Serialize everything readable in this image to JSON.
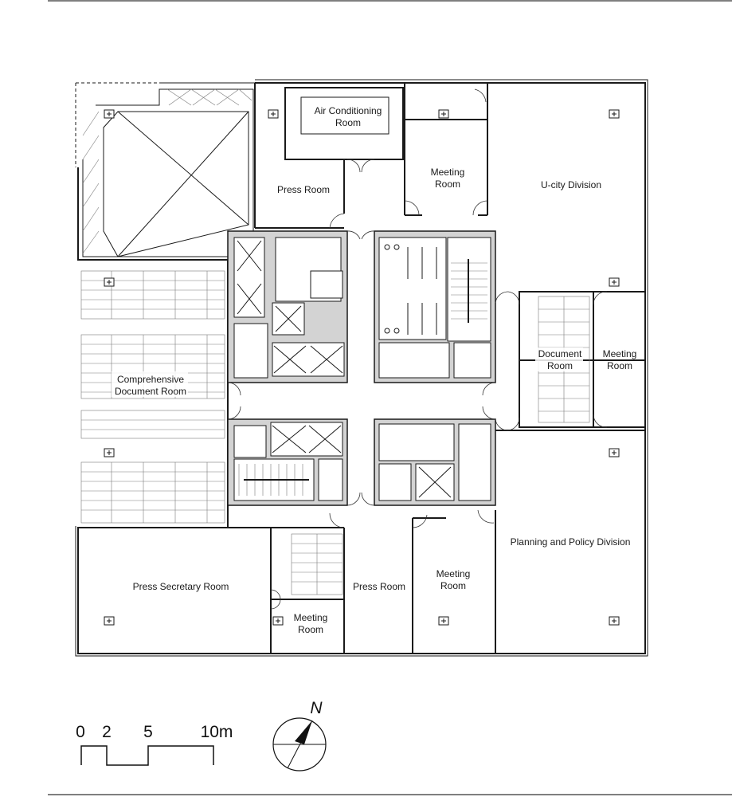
{
  "rooms": {
    "air_conditioning_room": [
      "Air Conditioning",
      "Room"
    ],
    "press_room_north": "Press Room",
    "meeting_room_north": [
      "Meeting",
      "Room"
    ],
    "ucity_division": "U-city Division",
    "comprehensive_document_room": [
      "Comprehensive",
      "Document Room"
    ],
    "document_room": [
      "Document",
      "Room"
    ],
    "meeting_room_east": [
      "Meeting",
      "Room"
    ],
    "planning_policy_division": "Planning and Policy Division",
    "press_secretary_room": "Press Secretary Room",
    "press_room_south": "Press Room",
    "meeting_room_south_center": [
      "Meeting",
      "Room"
    ],
    "meeting_room_south_west": [
      "Meeting",
      "Room"
    ]
  },
  "scale_bar": {
    "labels": [
      "0",
      "2",
      "5",
      "10m"
    ]
  },
  "north_arrow": {
    "label": "N"
  },
  "colors": {
    "line": "#1a1a1a",
    "core_fill": "#d3d3d3",
    "background": "#ffffff"
  }
}
